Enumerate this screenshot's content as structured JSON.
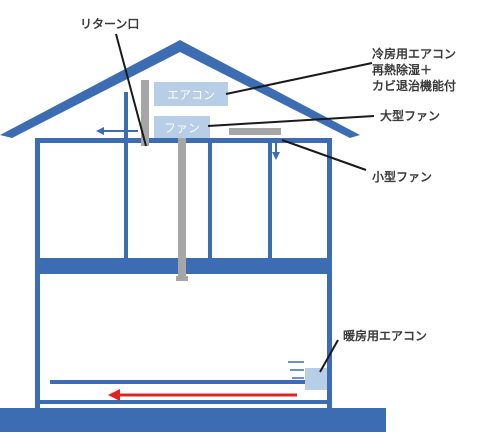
{
  "labels": {
    "return_port": "リターン口",
    "cooling_ac_line1": "冷房用エアコン",
    "cooling_ac_line2": "再熱除湿＋",
    "cooling_ac_line3": "カビ退治機能付",
    "large_fan": "大型ファン",
    "small_fan": "小型ファン",
    "heating_ac": "暖房用エアコン"
  },
  "boxes": {
    "ac_unit": "エアコン",
    "fan_unit": "ファン"
  },
  "colors": {
    "structure": "#3c6db3",
    "unit_box": "#b8cde6",
    "duct": "#a6a6a6",
    "flow_arrow": "#e02424",
    "leader_line": "#1a1a1a",
    "text": "#3a3a3a"
  }
}
